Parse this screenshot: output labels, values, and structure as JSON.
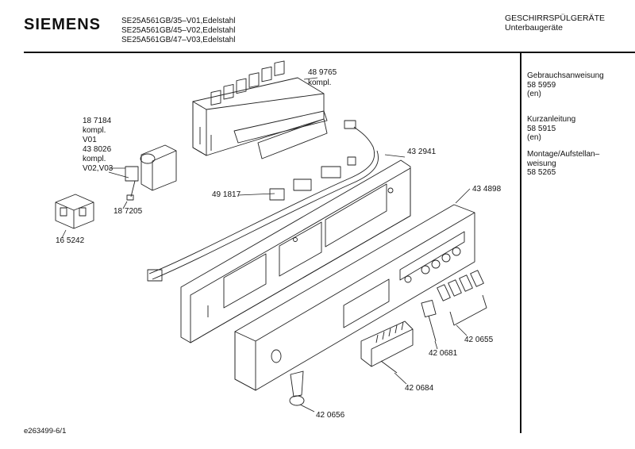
{
  "header": {
    "brand": "SIEMENS",
    "models": [
      "SE25A561GB/35–V01,Edelstahl",
      "SE25A561GB/45–V02,Edelstahl",
      "SE25A561GB/47–V03,Edelstahl"
    ],
    "category": "GESCHIRRSPÜLGERÄTE",
    "subcategory": "Unterbaugeräte"
  },
  "documents": [
    {
      "lines": [
        "Gebrauchsanweisung",
        "58 5959",
        "(en)"
      ]
    },
    {
      "lines": [
        "Kurzanleitung",
        "58 5915",
        "(en)"
      ]
    },
    {
      "lines": [
        "Montage/Aufstellan–",
        "weisung",
        "58 5265"
      ]
    }
  ],
  "parts": {
    "p489765": [
      "48 9765",
      "kompl."
    ],
    "p187184": [
      "18 7184",
      "kompl.",
      "V01",
      "43 8026",
      "kompl.",
      "V02,V03"
    ],
    "p432941": [
      "43 2941"
    ],
    "p491817": [
      "49 1817"
    ],
    "p187205": [
      "18 7205"
    ],
    "p434898": [
      "43 4898"
    ],
    "p165242": [
      "16 5242"
    ],
    "p420655": [
      "42 0655"
    ],
    "p420681": [
      "42 0681"
    ],
    "p420684": [
      "42 0684"
    ],
    "p420656": [
      "42 0656"
    ]
  },
  "footer": {
    "code": "e263499-6/1"
  }
}
